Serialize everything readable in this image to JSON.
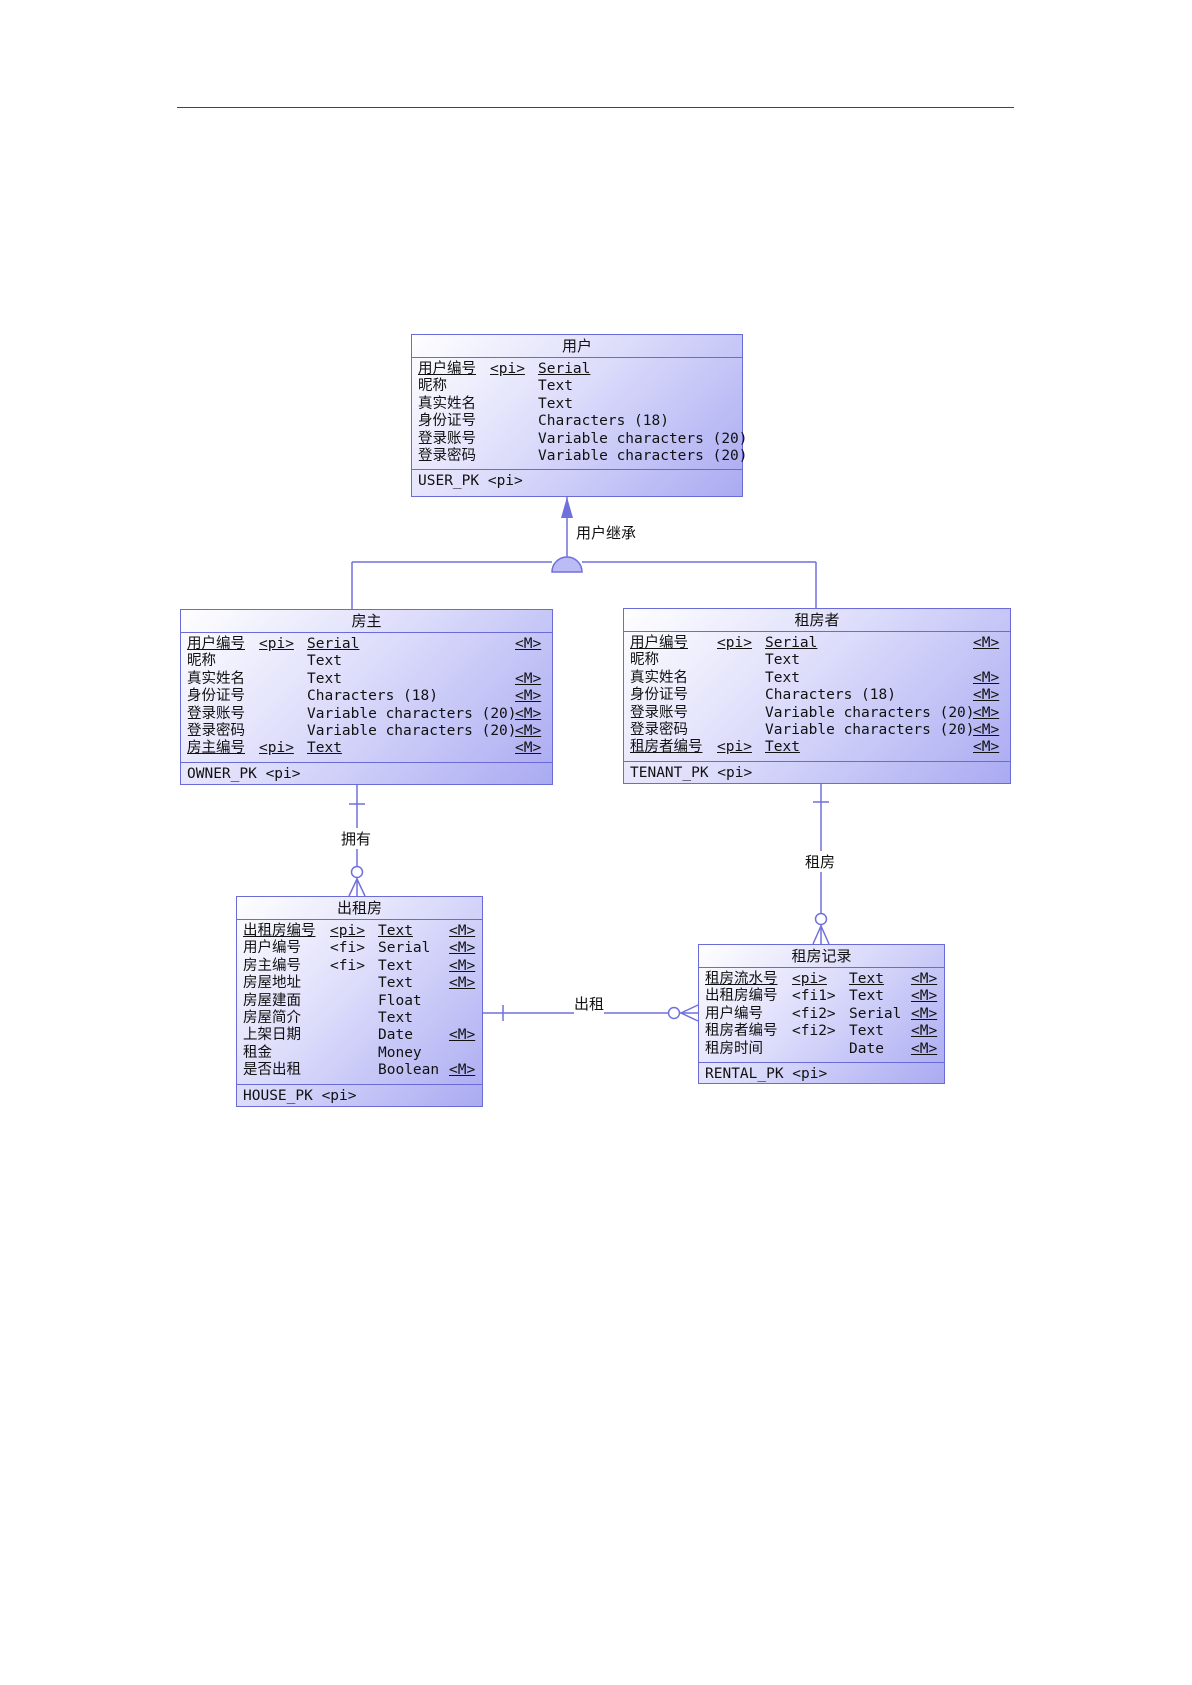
{
  "colors": {
    "border": "#6b6bd8",
    "fill_light": "#ffffff",
    "fill_dark": "#aaaaf2",
    "line": "#7070dd"
  },
  "entities": {
    "user": {
      "title": "用户",
      "rows": [
        {
          "name": "用户编号",
          "key": "<pi>",
          "type": "Serial",
          "m": "",
          "pk": true
        },
        {
          "name": "昵称",
          "key": "",
          "type": "Text",
          "m": "",
          "pk": false
        },
        {
          "name": "真实姓名",
          "key": "",
          "type": "Text",
          "m": "",
          "pk": false
        },
        {
          "name": "身份证号",
          "key": "",
          "type": "Characters (18)",
          "m": "",
          "pk": false
        },
        {
          "name": "登录账号",
          "key": "",
          "type": "Variable characters (20)",
          "m": "",
          "pk": false
        },
        {
          "name": "登录密码",
          "key": "",
          "type": "Variable characters (20)",
          "m": "",
          "pk": false
        }
      ],
      "keys": "USER_PK  <pi>"
    },
    "owner": {
      "title": "房主",
      "rows": [
        {
          "name": "用户编号",
          "key": "<pi>",
          "type": "Serial",
          "m": "<M>",
          "pk": true
        },
        {
          "name": "昵称",
          "key": "",
          "type": "Text",
          "m": "",
          "pk": false
        },
        {
          "name": "真实姓名",
          "key": "",
          "type": "Text",
          "m": "<M>",
          "pk": false
        },
        {
          "name": "身份证号",
          "key": "",
          "type": "Characters (18)",
          "m": "<M>",
          "pk": false
        },
        {
          "name": "登录账号",
          "key": "",
          "type": "Variable characters (20)",
          "m": "<M>",
          "pk": false
        },
        {
          "name": "登录密码",
          "key": "",
          "type": "Variable characters (20)",
          "m": "<M>",
          "pk": false
        },
        {
          "name": "房主编号",
          "key": "<pi>",
          "type": "Text",
          "m": "<M>",
          "pk": true
        }
      ],
      "keys": "OWNER_PK  <pi>"
    },
    "tenant": {
      "title": "租房者",
      "rows": [
        {
          "name": "用户编号",
          "key": "<pi>",
          "type": "Serial",
          "m": "<M>",
          "pk": true
        },
        {
          "name": "昵称",
          "key": "",
          "type": "Text",
          "m": "",
          "pk": false
        },
        {
          "name": "真实姓名",
          "key": "",
          "type": "Text",
          "m": "<M>",
          "pk": false
        },
        {
          "name": "身份证号",
          "key": "",
          "type": "Characters (18)",
          "m": "<M>",
          "pk": false
        },
        {
          "name": "登录账号",
          "key": "",
          "type": "Variable characters (20)",
          "m": "<M>",
          "pk": false
        },
        {
          "name": "登录密码",
          "key": "",
          "type": "Variable characters (20)",
          "m": "<M>",
          "pk": false
        },
        {
          "name": "租房者编号",
          "key": "<pi>",
          "type": "Text",
          "m": "<M>",
          "pk": true
        }
      ],
      "keys": "TENANT_PK  <pi>"
    },
    "house": {
      "title": "出租房",
      "rows": [
        {
          "name": "出租房编号",
          "key": "<pi>",
          "type": "Text",
          "m": "<M>",
          "pk": true
        },
        {
          "name": "用户编号",
          "key": "<fi>",
          "type": "Serial",
          "m": "<M>",
          "pk": false
        },
        {
          "name": "房主编号",
          "key": "<fi>",
          "type": "Text",
          "m": "<M>",
          "pk": false
        },
        {
          "name": "房屋地址",
          "key": "",
          "type": "Text",
          "m": "<M>",
          "pk": false
        },
        {
          "name": "房屋建面",
          "key": "",
          "type": "Float",
          "m": "",
          "pk": false
        },
        {
          "name": "房屋简介",
          "key": "",
          "type": "Text",
          "m": "",
          "pk": false
        },
        {
          "name": "上架日期",
          "key": "",
          "type": "Date",
          "m": "<M>",
          "pk": false
        },
        {
          "name": "租金",
          "key": "",
          "type": "Money",
          "m": "",
          "pk": false
        },
        {
          "name": "是否出租",
          "key": "",
          "type": "Boolean",
          "m": "<M>",
          "pk": false
        }
      ],
      "keys": "HOUSE_PK  <pi>"
    },
    "rental": {
      "title": "租房记录",
      "rows": [
        {
          "name": "租房流水号",
          "key": "<pi>",
          "type": "Text",
          "m": "<M>",
          "pk": true
        },
        {
          "name": "出租房编号",
          "key": "<fi1>",
          "type": "Text",
          "m": "<M>",
          "pk": false
        },
        {
          "name": "用户编号",
          "key": "<fi2>",
          "type": "Serial",
          "m": "<M>",
          "pk": false
        },
        {
          "name": "租房者编号",
          "key": "<fi2>",
          "type": "Text",
          "m": "<M>",
          "pk": false
        },
        {
          "name": "租房时间",
          "key": "",
          "type": "Date",
          "m": "<M>",
          "pk": false
        }
      ],
      "keys": "RENTAL_PK  <pi>"
    }
  },
  "relationships": {
    "inherit": "用户继承",
    "owns": "拥有",
    "rents": "租房",
    "lease": "出租"
  }
}
